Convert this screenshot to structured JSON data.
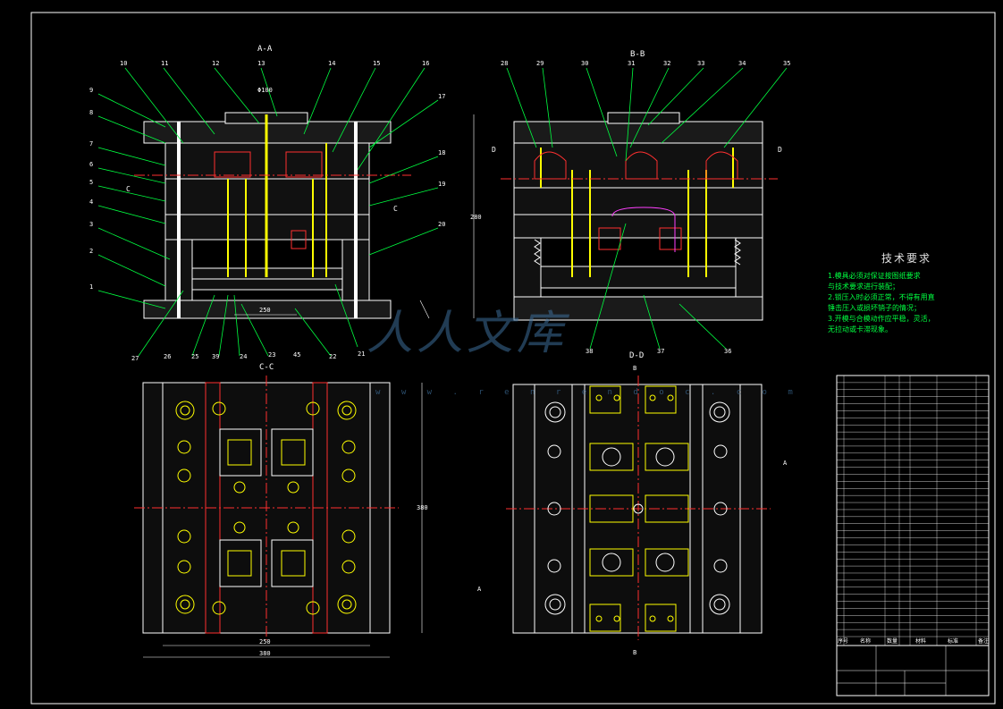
{
  "views": {
    "aa": "A-A",
    "bb": "B-B",
    "cc": "C-C",
    "dd": "D-D"
  },
  "part_labels_aa_top": [
    "10",
    "11",
    "12",
    "13",
    "14",
    "15",
    "16"
  ],
  "part_labels_aa_left": [
    "9",
    "8",
    "7",
    "6",
    "5",
    "4",
    "3",
    "2",
    "1"
  ],
  "part_labels_aa_right": [
    "17",
    "18",
    "19",
    "20",
    "21"
  ],
  "part_labels_aa_bottom": [
    "27",
    "26",
    "25",
    "39",
    "24",
    "23",
    "45",
    "22"
  ],
  "part_labels_bb_top": [
    "28",
    "29",
    "30",
    "31",
    "32",
    "33",
    "34",
    "35"
  ],
  "part_labels_bb_bottom": [
    "38",
    "37",
    "36"
  ],
  "section_marks": {
    "c": "C",
    "d": "D",
    "a": "A",
    "b": "B"
  },
  "dims": {
    "aa_height": "280",
    "aa_width": "250",
    "cc_height": "380",
    "cc_width_inner": "250",
    "cc_width_outer": "380",
    "top_dia": "Φ100"
  },
  "tech_requirements": {
    "title": "技术要求",
    "items": [
      "1.模具必须对保证按图纸要求",
      "  与技术要求进行装配；",
      "2.锁压入时必须正常，不得有用直",
      "  锤击压入或损坏销子的情况；",
      "3.开模与合模动作应平稳，灵活，",
      "  无拉动或卡滞现象。"
    ]
  },
  "watermark": {
    "text": "人人文库",
    "url": "w w w . r e n r e n d o c . c o m"
  },
  "title_block": {
    "headers": [
      "序号",
      "名称",
      "数量",
      "材料",
      "标准",
      "备注"
    ],
    "rows": 37
  },
  "colors": {
    "background": "#000000",
    "outline": "#ffffff",
    "yellow": "#ffff00",
    "green": "#00ff40",
    "red": "#ff3030",
    "magenta": "#ff40ff",
    "cyan": "#40e0ff"
  }
}
